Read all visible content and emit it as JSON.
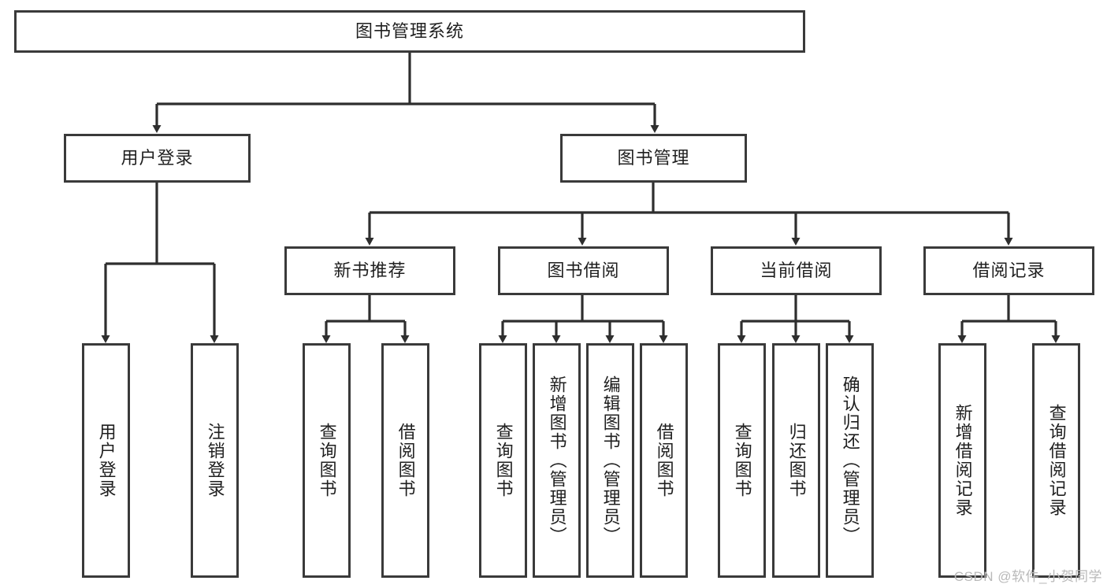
{
  "diagram": {
    "type": "hierarchy-tree",
    "title": "图书管理系统",
    "root": {
      "label": "图书管理系统"
    },
    "level1": [
      {
        "label": "用户登录"
      },
      {
        "label": "图书管理"
      }
    ],
    "level2": [
      {
        "label": "新书推荐"
      },
      {
        "label": "图书借阅"
      },
      {
        "label": "当前借阅"
      },
      {
        "label": "借阅记录"
      }
    ],
    "leaves": {
      "user_login": [
        {
          "label": "用户登录"
        },
        {
          "label": "注销登录"
        }
      ],
      "new_book_recommend": [
        {
          "label": "查询图书"
        },
        {
          "label": "借阅图书"
        }
      ],
      "book_borrow": [
        {
          "label": "查询图书"
        },
        {
          "label": "新增图书（管理员）"
        },
        {
          "label": "编辑图书（管理员）"
        },
        {
          "label": "借阅图书"
        }
      ],
      "current_borrow": [
        {
          "label": "查询图书"
        },
        {
          "label": "归还图书"
        },
        {
          "label": "确认归还（管理员）"
        }
      ],
      "borrow_record": [
        {
          "label": "新增借阅记录"
        },
        {
          "label": "查询借阅记录"
        }
      ]
    }
  },
  "watermark": {
    "text": "CSDN @软件_小贺同学"
  },
  "colors": {
    "stroke": "#3a3a3a",
    "background": "#ffffff",
    "text": "#1f1f1f",
    "watermark": "#b9b9b9"
  }
}
